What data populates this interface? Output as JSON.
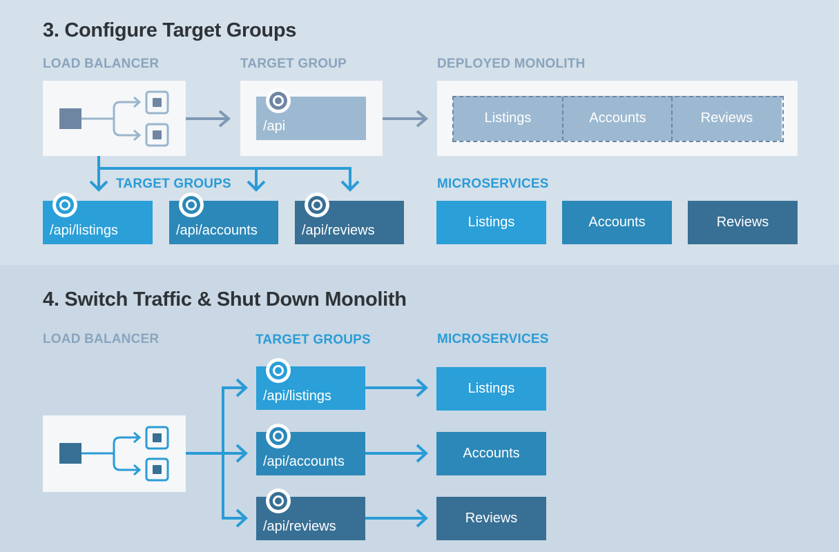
{
  "step3": {
    "title": "3. Configure Target Groups",
    "load_balancer_label": "LOAD BALANCER",
    "target_group_label": "TARGET GROUP",
    "deployed_monolith_label": "DEPLOYED MONOLITH",
    "target_group_path": "/api",
    "monolith_modules": [
      "Listings",
      "Accounts",
      "Reviews"
    ],
    "target_groups_label": "TARGET GROUPS",
    "target_groups": [
      "/api/listings",
      "/api/accounts",
      "/api/reviews"
    ],
    "microservices_label": "MICROSERVICES",
    "microservices": [
      "Listings",
      "Accounts",
      "Reviews"
    ]
  },
  "step4": {
    "title": "4. Switch Traffic & Shut Down Monolith",
    "load_balancer_label": "LOAD BALANCER",
    "target_groups_label": "TARGET GROUPS",
    "microservices_label": "MICROSERVICES",
    "target_groups": [
      "/api/listings",
      "/api/accounts",
      "/api/reviews"
    ],
    "microservices": [
      "Listings",
      "Accounts",
      "Reviews"
    ]
  },
  "colors": {
    "service_1": "#2a9fd8",
    "service_2": "#2b88b8",
    "service_3": "#386f94",
    "monolith": "#9db9d1",
    "accent_blue": "#2a9bd6",
    "muted_gray": "#8aa4bd"
  },
  "icons": [
    "target-icon",
    "load-balancer-icon",
    "arrow-right-icon",
    "arrow-down-icon"
  ]
}
